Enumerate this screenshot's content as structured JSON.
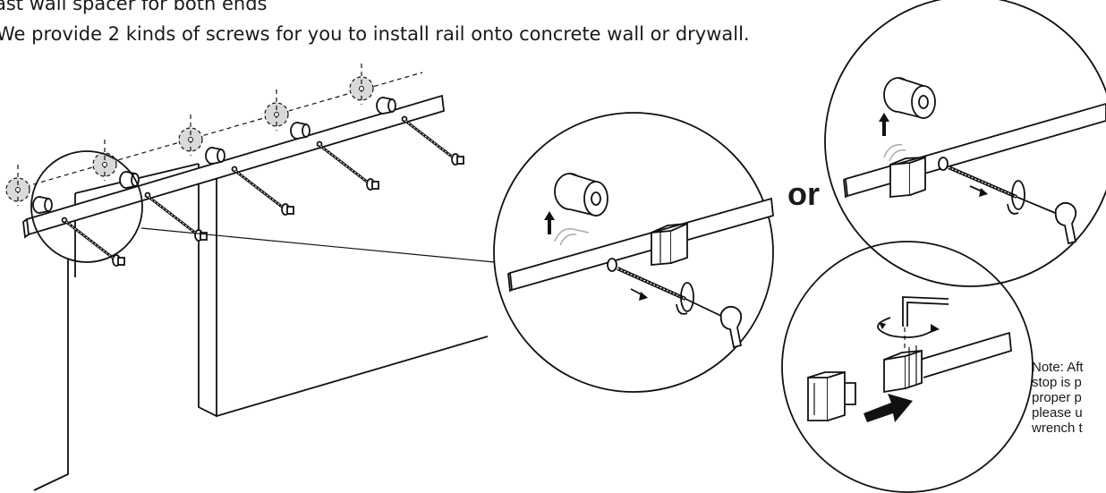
{
  "instructions": {
    "line1": "ast wall spacer for both ends",
    "line2": "We provide 2 kinds of screws for you to install rail onto concrete wall or drywall."
  },
  "or_label": "or",
  "note": {
    "lines": [
      "Note: Aft",
      "stop is p",
      "proper p",
      "please u",
      "wrench t"
    ]
  },
  "icons": [
    "wall-spacer-icon",
    "lag-screw-icon",
    "wrench-icon",
    "hex-key-icon",
    "end-stop-icon",
    "arrow-icon"
  ]
}
